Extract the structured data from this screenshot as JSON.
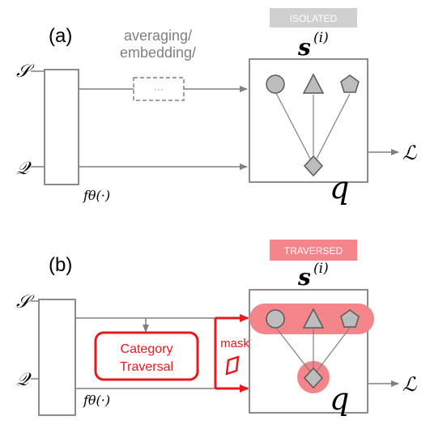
{
  "panel_a": {
    "label": "(a)",
    "badge": "ISOLATED",
    "set_s": "𝒮",
    "set_q": "𝒬",
    "encoder": "fθ(·)",
    "averaging_line1": "averaging/",
    "averaging_line2": "embedding/",
    "ellipsis": "···",
    "support": "s",
    "support_sup": "(i)",
    "query": "q",
    "loss": "ℒ"
  },
  "panel_b": {
    "label": "(b)",
    "badge": "TRAVERSED",
    "set_s": "𝒮",
    "set_q": "𝒬",
    "encoder": "fθ(·)",
    "traversal_line1": "Category",
    "traversal_line2": "Traversal",
    "mask": "mask",
    "support": "s",
    "support_sup": "(i)",
    "query": "q",
    "loss": "ℒ"
  },
  "colors": {
    "line": "#808080",
    "shape_fill": "#bdbdbd",
    "shape_stroke": "#595959",
    "accent_red": "#e41a1c",
    "highlight_red": "#f4858a",
    "badge_gray": "#d0d0d0"
  }
}
